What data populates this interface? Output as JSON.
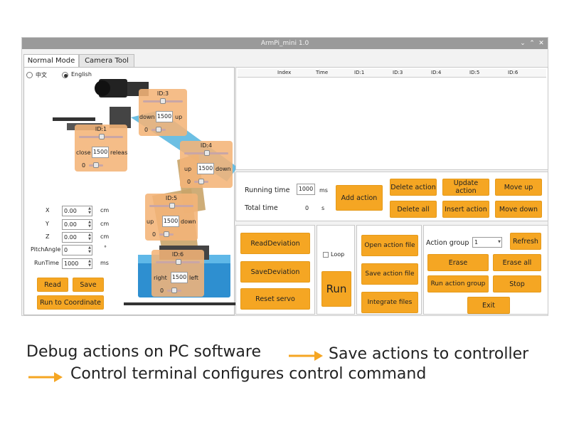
{
  "window": {
    "title": "ArmPi_mini 1.0",
    "controls": [
      "⌄",
      "⌃",
      "✕"
    ]
  },
  "tabs": [
    "Normal Mode",
    "Camera Tool"
  ],
  "language": {
    "option_cn": "中文",
    "option_en": "English",
    "selected": "English"
  },
  "servos": [
    {
      "id": "ID:3",
      "value": "1500",
      "left_label": "down",
      "right_label": "up",
      "offset": "0"
    },
    {
      "id": "ID:1",
      "value": "1500",
      "left_label": "close",
      "right_label": "releas",
      "offset": "0"
    },
    {
      "id": "ID:4",
      "value": "1500",
      "left_label": "up",
      "right_label": "down",
      "offset": "0"
    },
    {
      "id": "ID:5",
      "value": "1500",
      "left_label": "up",
      "right_label": "down",
      "offset": "0"
    },
    {
      "id": "ID:6",
      "value": "1500",
      "left_label": "right",
      "right_label": "left",
      "offset": "0"
    }
  ],
  "coords": [
    {
      "label": "X",
      "value": "0.00",
      "unit": "cm"
    },
    {
      "label": "Y",
      "value": "0.00",
      "unit": "cm"
    },
    {
      "label": "Z",
      "value": "0.00",
      "unit": "cm"
    },
    {
      "label": "PitchAngle",
      "value": "0",
      "unit": "°"
    },
    {
      "label": "RunTime",
      "value": "1000",
      "unit": "ms"
    }
  ],
  "left_buttons": {
    "read": "Read",
    "save": "Save",
    "run_coord": "Run to Coordinate"
  },
  "table": {
    "headers": [
      "Index",
      "Time",
      "ID:1",
      "ID:3",
      "ID:4",
      "ID:5",
      "ID:6"
    ]
  },
  "action_edit": {
    "running_time_label": "Running time",
    "running_time_value": "1000",
    "running_time_unit": "ms",
    "total_time_label": "Total time",
    "total_time_value": "0",
    "total_time_unit": "s",
    "add_action": "Add action",
    "delete_action": "Delete action",
    "update_action": "Update action",
    "move_up": "Move up",
    "delete_all": "Delete all",
    "insert_action": "Insert action",
    "move_down": "Move down"
  },
  "deviation": {
    "read": "ReadDeviation",
    "save": "SaveDeviation",
    "reset": "Reset servo"
  },
  "run": {
    "loop": "Loop",
    "run": "Run"
  },
  "files": {
    "open": "Open action file",
    "save": "Save action file",
    "integrate": "Integrate files"
  },
  "group": {
    "label": "Action group",
    "value": "1",
    "refresh": "Refresh",
    "erase": "Erase",
    "erase_all": "Erase all",
    "run_group": "Run action group",
    "stop": "Stop",
    "exit": "Exit"
  },
  "captions": {
    "line1a": "Debug actions on PC software",
    "line1b": "Save actions to controller",
    "line2": "Control terminal configures control command"
  },
  "colors": {
    "accent": "#f5a623",
    "arrow": "#f5a623",
    "titlebar": "#9a9a9a",
    "arm_blue": "#3aa6d8"
  }
}
